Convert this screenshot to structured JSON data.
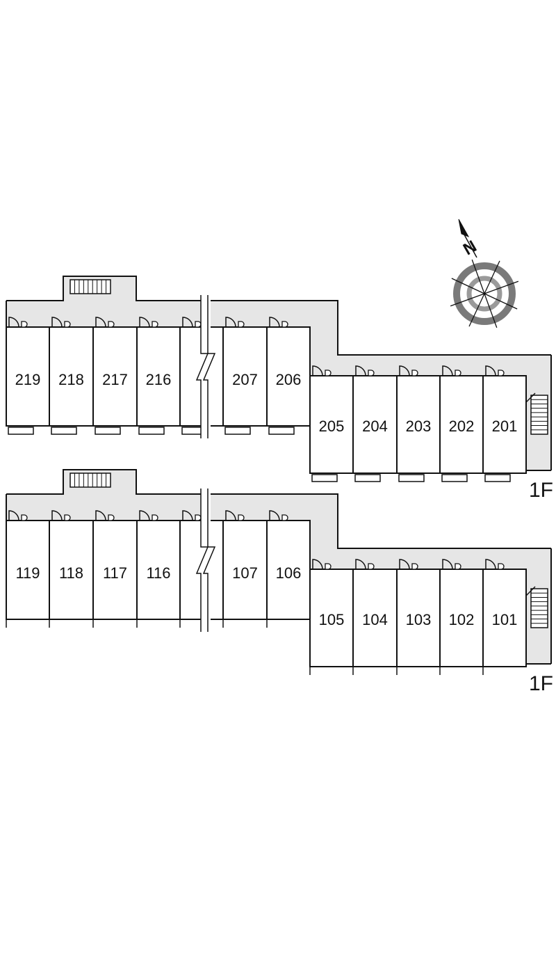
{
  "floors": [
    {
      "floor_label": "1F",
      "upper_units": [
        "219",
        "218",
        "217",
        "216",
        "",
        "207",
        "206"
      ],
      "lower_units": [
        "205",
        "204",
        "203",
        "202",
        "201"
      ]
    },
    {
      "floor_label": "1F",
      "upper_units": [
        "119",
        "118",
        "117",
        "116",
        "",
        "107",
        "106"
      ],
      "lower_units": [
        "105",
        "104",
        "103",
        "102",
        "101"
      ]
    }
  ],
  "compass": {
    "label": "N"
  }
}
